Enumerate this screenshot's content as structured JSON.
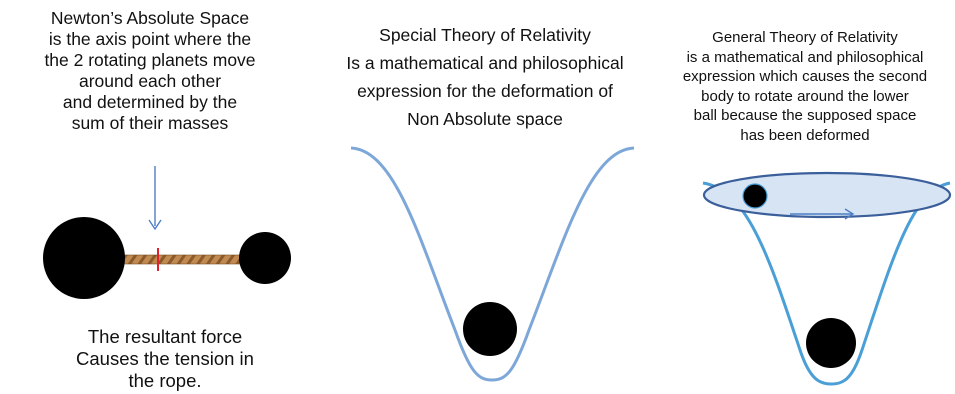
{
  "newton": {
    "description": "Newton’s Absolute Space\nis the axis point where the\nthe 2 rotating planets move\naround each other\nand determined by the\nsum of their masses",
    "caption": "The resultant force\nCauses the tension in\nthe rope."
  },
  "special_relativity": {
    "description": "Special Theory of Relativity\nIs a mathematical and philosophical\nexpression for the deformation of\nNon Absolute space"
  },
  "general_relativity": {
    "description": "General Theory of Relativity\nis a mathematical and philosophical\nexpression which causes the second\nbody to rotate around the lower\nball because the supposed space\nhas been deformed"
  },
  "colors": {
    "ball": "#000000",
    "curve_special": "#7da7d8",
    "curve_general": "#4a9fd6",
    "orbit_fill": "#d6e4f4",
    "orbit_stroke": "#3b5f9a",
    "pointer_arrow": "#4f7fc4",
    "axis_mark": "#e0202a",
    "rope": "#b07a40"
  }
}
